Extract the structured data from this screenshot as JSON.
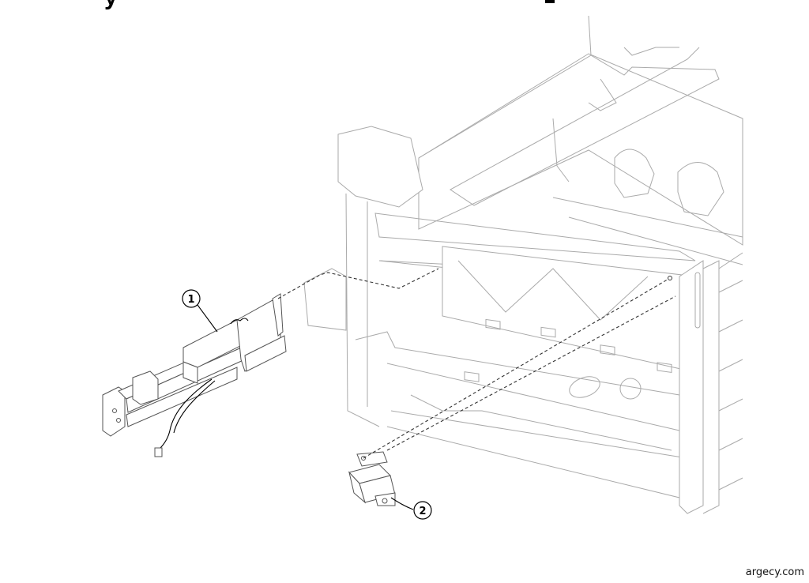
{
  "header": {
    "title_fragment": "y"
  },
  "callouts": [
    {
      "id": "callout-1",
      "label": "1"
    },
    {
      "id": "callout-2",
      "label": "2"
    }
  ],
  "footer": {
    "watermark": "argecy.com"
  },
  "colors": {
    "line": "#555555",
    "frame": "#aaaaaa",
    "background": "#ffffff"
  }
}
